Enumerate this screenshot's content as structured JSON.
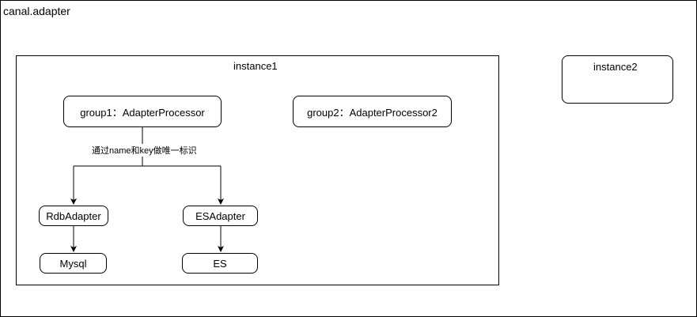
{
  "outer": {
    "title": "canal.adapter"
  },
  "instance1": {
    "title": "instance1"
  },
  "instance2": {
    "title": "instance2"
  },
  "groups": {
    "group1": "group1：AdapterProcessor",
    "group2": "group2：AdapterProcessor2"
  },
  "edge_label": "通过name和key做唯一标识",
  "adapters": {
    "rdb": "RdbAdapter",
    "es": "ESAdapter"
  },
  "targets": {
    "mysql": "Mysql",
    "es": "ES"
  }
}
